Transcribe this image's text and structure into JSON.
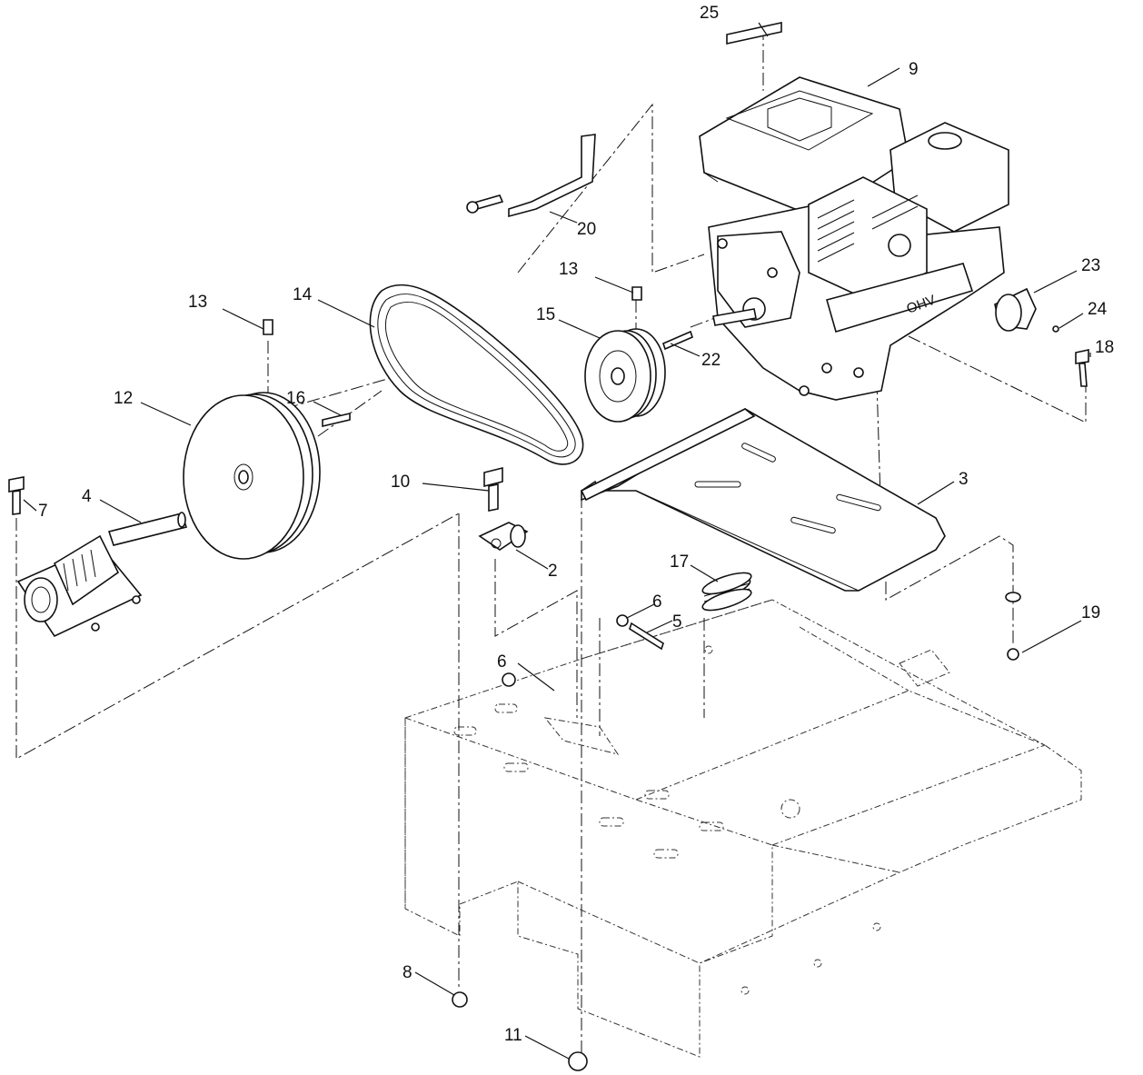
{
  "callouts": {
    "c25": "25",
    "c9": "9",
    "c20": "20",
    "c13a": "13",
    "c23": "23",
    "c24": "24",
    "c13b": "13",
    "c14": "14",
    "c15": "15",
    "c22": "22",
    "c18": "18",
    "c12": "12",
    "c16": "16",
    "c10": "10",
    "c3": "3",
    "c7": "7",
    "c4": "4",
    "c2": "2",
    "c17": "17",
    "c6a": "6",
    "c5": "5",
    "c19": "19",
    "c6b": "6",
    "c8": "8",
    "c11": "11"
  },
  "icons": {
    "engine": "engine-icon",
    "belt": "v-belt-icon",
    "pulley_large": "drive-pulley-icon",
    "pulley_small": "engine-pulley-icon",
    "bearing": "pillow-block-bearing-icon",
    "plate": "engine-mount-plate-icon",
    "frame": "frame-icon",
    "spring": "spring-icon",
    "bracket": "bracket-icon",
    "cover": "shaft-cover-icon"
  }
}
